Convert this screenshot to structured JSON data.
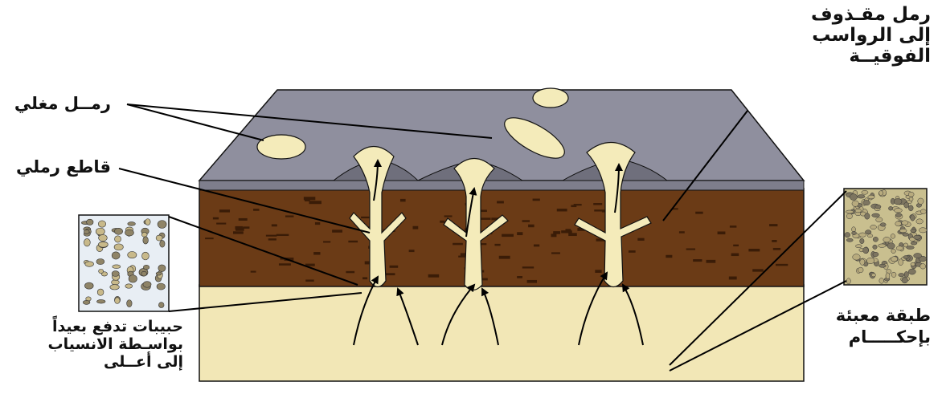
{
  "labels": {
    "boiling_sand": "رمــل مغلي",
    "sand_dike": "قاطع رملي",
    "ejected_sand": {
      "line1": "رمل مقـذوف",
      "line2": "إلى الرواسب",
      "line3": "الفوقيــة"
    },
    "grains_pushed": {
      "line1": "حبيبات تدفع بعيداً",
      "line2": "بواسـطة الانسياب",
      "line3": "إلى أعــلى"
    },
    "packed_layer": {
      "line1": "طبقة معبئة",
      "line2": "بإحكـــــام"
    }
  },
  "colors": {
    "surface_top": "#8f8f9e",
    "surface_front": "#7e7e8c",
    "brown_layer": "#6b3b16",
    "brown_speckle": "#3a1c07",
    "sand_layer": "#f2e7b6",
    "sand_feature": "#f4ebba",
    "outline": "#111111"
  }
}
